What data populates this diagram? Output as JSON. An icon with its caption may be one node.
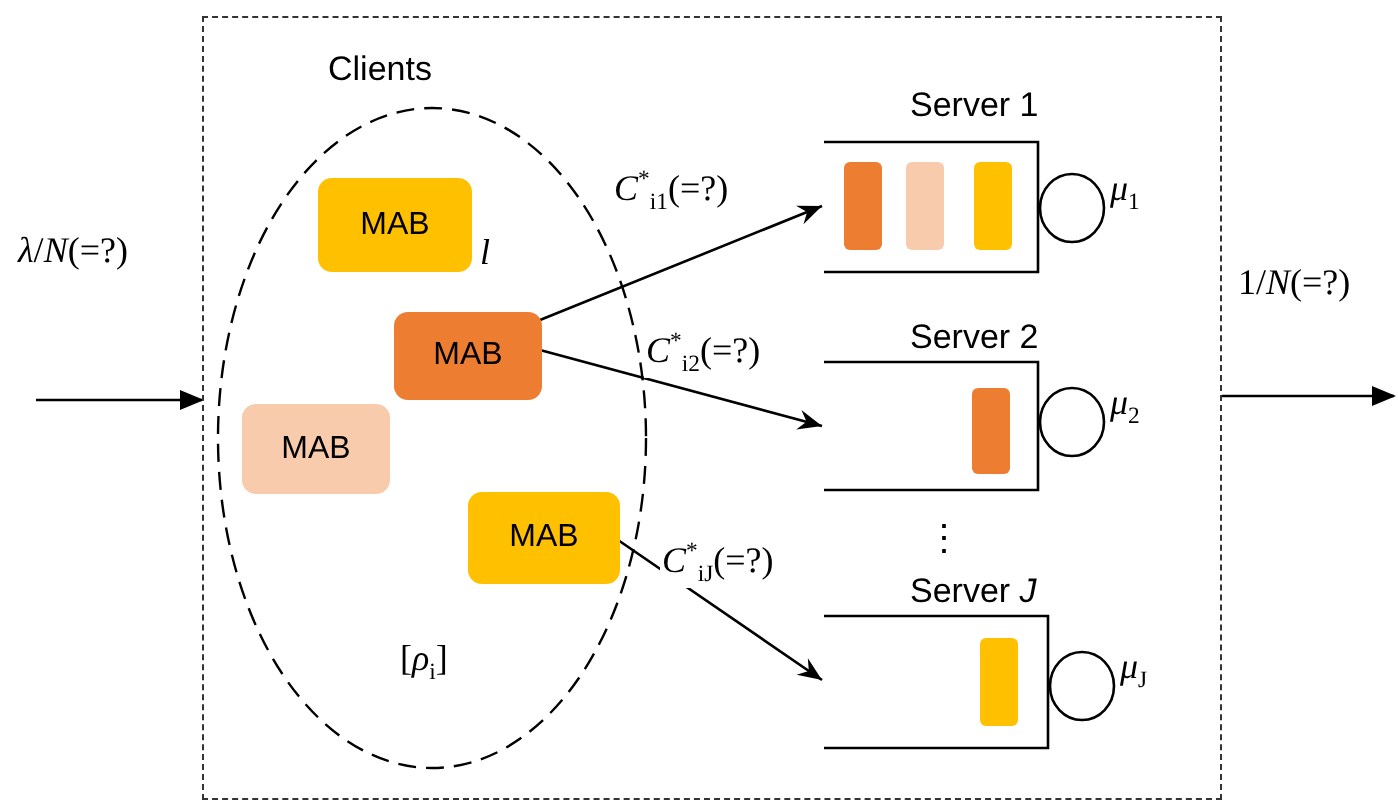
{
  "diagram": {
    "nodes": [
      {
        "text": [],
        "shape": "box"
      },
      {
        "text": [
          "Clients",
          "[*ρ*$_{i}$]"
        ],
        "in": 0
      },
      {
        "text": [
          "MAB"
        ],
        "in": 1
      },
      {
        "text": [
          "MAB"
        ],
        "in": 1
      },
      {
        "text": [
          "MAB"
        ],
        "in": 1
      },
      {
        "text": [
          "MAB"
        ],
        "in": 1
      },
      {
        "text": [
          "Server 1"
        ],
        "beside": [
          "*μ*$_{1}$"
        ],
        "in": 0
      },
      {
        "text": [],
        "shape": "bar",
        "in": 6
      },
      {
        "text": [],
        "shape": "bar",
        "in": 6
      },
      {
        "text": [],
        "shape": "bar",
        "in": 6
      },
      {
        "text": [
          "Server 2"
        ],
        "beside": [
          "*μ*$_{2}$"
        ],
        "in": 0
      },
      {
        "text": [],
        "shape": "bar",
        "in": 10
      },
      {
        "text": [
          "Server *J*"
        ],
        "beside": [
          "*μ*$_{J}$"
        ],
        "in": 0
      },
      {
        "text": [],
        "shape": "bar",
        "in": 12
      }
    ],
    "edges": [
      {
        "from": null,
        "to": 0,
        "arrow": "to",
        "label": "*λ*/*N*(=?)"
      },
      {
        "from": 0,
        "to": null,
        "arrow": "to",
        "label": "1/*N*(=?)"
      },
      {
        "from": 3,
        "to": 6,
        "arrow": "to",
        "label": "*C*$^{*}$$_{i1}$(=?)"
      },
      {
        "from": 3,
        "to": 10,
        "arrow": "to",
        "label": "*C*$^{*}$$_{i2}$(=?)"
      },
      {
        "from": 5,
        "to": 12,
        "arrow": "to",
        "label": "*C*$^{*}$$_{iJ}$(=?)"
      }
    ],
    "labels": [
      "*l*",
      "⋮"
    ]
  }
}
